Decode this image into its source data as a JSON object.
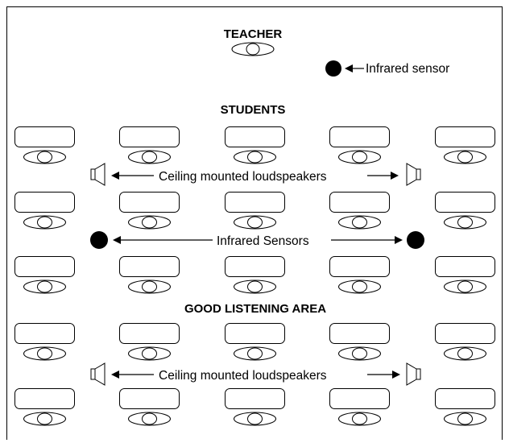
{
  "labels": {
    "teacher": "TEACHER",
    "students": "STUDENTS",
    "good_listening_area": "GOOD LISTENING AREA",
    "infrared_sensor": "Infrared sensor",
    "ceiling_speakers_top": "Ceiling mounted loudspeakers",
    "infrared_sensors": "Infrared Sensors",
    "ceiling_speakers_bottom": "Ceiling mounted loudspeakers"
  },
  "layout_counts": {
    "student_rows": 5,
    "desks_per_row": 5
  },
  "colors": {
    "line": "#000000",
    "background": "#ffffff",
    "sensor_fill": "#000000"
  }
}
